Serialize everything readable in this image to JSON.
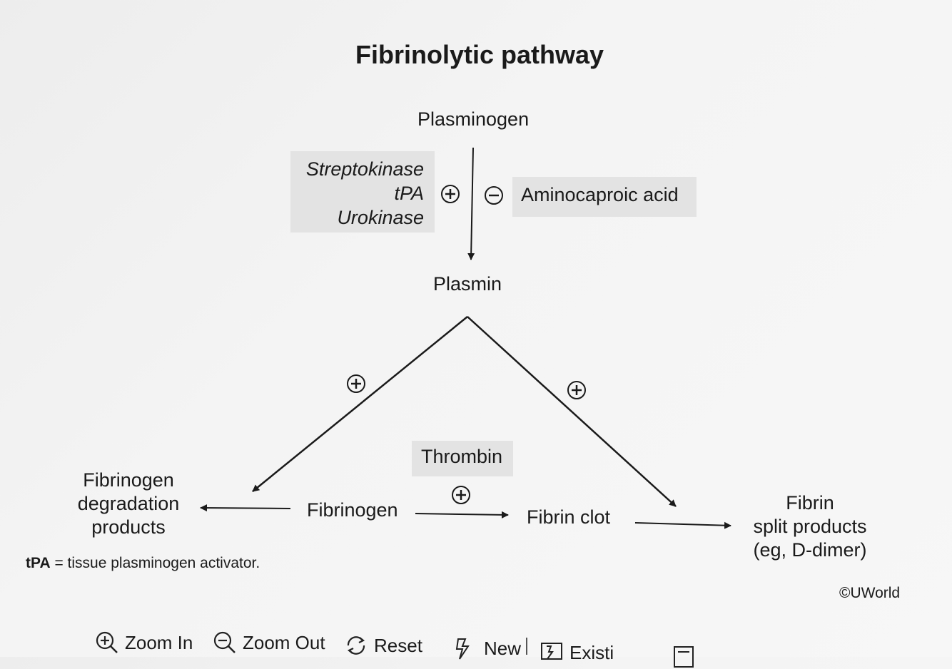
{
  "title": "Fibrinolytic pathway",
  "nodes": {
    "plasminogen": "Plasminogen",
    "plasmin": "Plasmin",
    "fibrinogen": "Fibrinogen",
    "fibrin_clot": "Fibrin clot",
    "fdp_line1": "Fibrinogen",
    "fdp_line2": "degradation",
    "fdp_line3": "products",
    "fsp_line1": "Fibrin",
    "fsp_line2": "split products",
    "fsp_line3": "(eg, D-dimer)",
    "thrombin": "Thrombin"
  },
  "activators": [
    "Streptokinase",
    "tPA",
    "Urokinase"
  ],
  "inhibitor": "Aminocaproic acid",
  "signs": {
    "plus": "+",
    "minus": "−"
  },
  "footnote": {
    "abbr": "tPA",
    "text": " = tissue plasminogen activator."
  },
  "copyright": "©UWorld",
  "toolbar": {
    "zoom_in": "Zoom In",
    "zoom_out": "Zoom Out",
    "reset": "Reset",
    "new": "New",
    "existing": "Existi"
  },
  "icons": [
    "zoom-in-icon",
    "zoom-out-icon",
    "reset-icon",
    "new-icon",
    "existing-icon",
    "notes-icon"
  ]
}
